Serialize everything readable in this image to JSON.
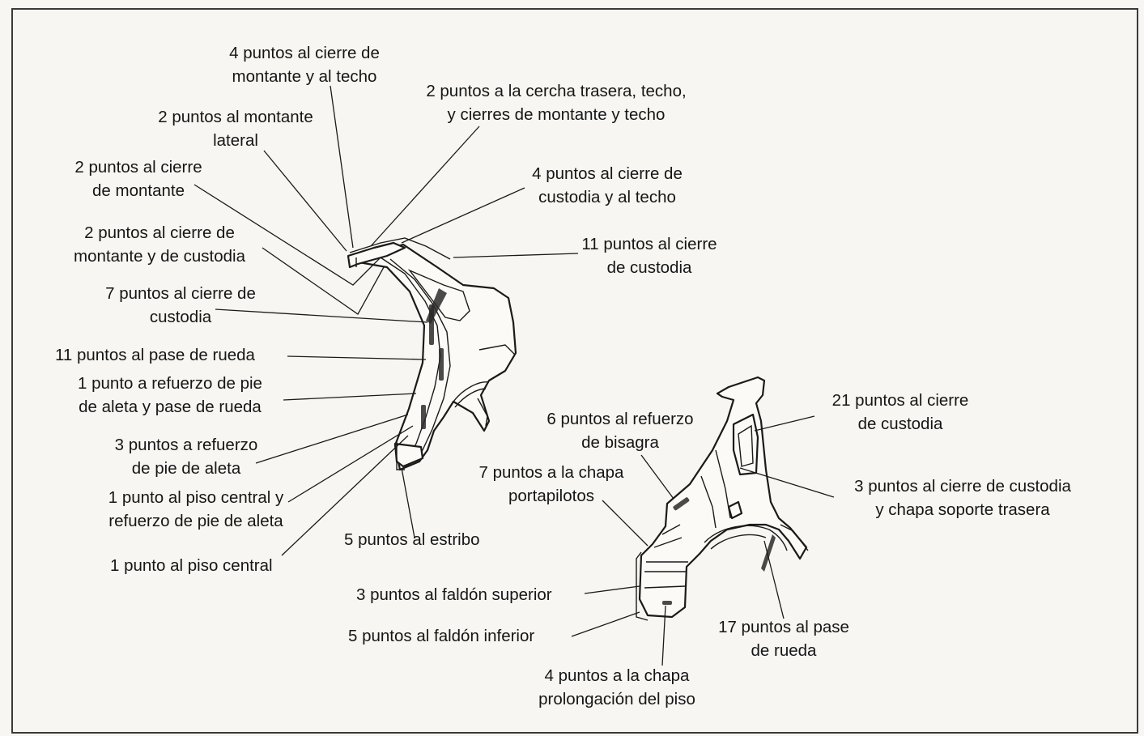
{
  "labels": {
    "cierre_montante_techo": [
      "4 puntos al cierre de",
      "montante y al techo"
    ],
    "cercha_trasera": [
      "2 puntos a la cercha trasera, techo,",
      "y cierres de montante  y techo"
    ],
    "montante_lateral": [
      "2 puntos al montante",
      "lateral"
    ],
    "cierre_montante": [
      "2 puntos al cierre",
      "de montante"
    ],
    "cierre_custodia_techo": [
      "4 puntos al cierre de",
      "custodia y al techo"
    ],
    "cierre_montante_custodia": [
      "2 puntos al cierre de",
      "montante y de custodia"
    ],
    "once_cierre_custodia": [
      "11 puntos al cierre",
      "de custodia"
    ],
    "siete_cierre_custodia": [
      "7 puntos al cierre de",
      "custodia"
    ],
    "pase_rueda_11": [
      "11 puntos al pase de rueda"
    ],
    "refuerzo_pie_pase": [
      "1 punto a refuerzo de pie",
      "de aleta y pase de rueda"
    ],
    "refuerzo_pie_aleta": [
      "3 puntos a refuerzo",
      "de pie de aleta"
    ],
    "piso_central_refuerzo": [
      "1 punto al piso central y",
      "refuerzo de pie de aleta"
    ],
    "piso_central": [
      "1 punto al piso central"
    ],
    "estribo": [
      "5 puntos al estribo"
    ],
    "refuerzo_bisagra": [
      "6 puntos al refuerzo",
      "de bisagra"
    ],
    "chapa_portapilotos": [
      "7 puntos a la chapa",
      "portapilotos"
    ],
    "veintiuno_cierre_custodia": [
      "21 puntos al cierre",
      "de custodia"
    ],
    "cierre_custodia_soporte": [
      "3 puntos al cierre de custodia",
      "y chapa soporte trasera"
    ],
    "faldon_superior": [
      "3 puntos al faldón superior"
    ],
    "faldon_inferior": [
      "5 puntos al faldón inferior"
    ],
    "pase_rueda_17": [
      "17 puntos al pase",
      "de rueda"
    ],
    "chapa_prolongacion": [
      "4 puntos a la chapa",
      "prolongación del piso"
    ]
  }
}
